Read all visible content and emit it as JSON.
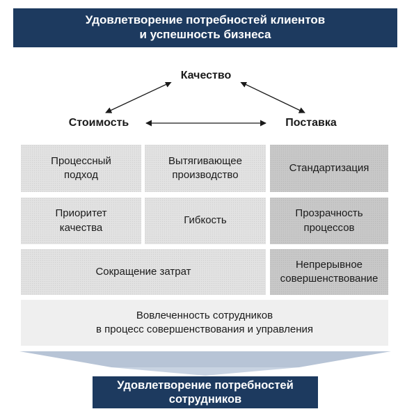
{
  "header": {
    "line1": "Удовлетворение потребностей клиентов",
    "line2": "и успешность бизнеса"
  },
  "triangle": {
    "top": "Качество",
    "left": "Стоимость",
    "right": "Поставка"
  },
  "grid": {
    "row1": [
      {
        "line1": "Процессный",
        "line2": "подход"
      },
      {
        "line1": "Вытягивающее",
        "line2": "производство"
      },
      {
        "line1": "Стандартизация",
        "line2": ""
      }
    ],
    "row2": [
      {
        "line1": "Приоритет",
        "line2": "качества"
      },
      {
        "line1": "Гибкость",
        "line2": ""
      },
      {
        "line1": "Прозрачность",
        "line2": "процессов"
      }
    ],
    "row3": [
      {
        "line1": "Сокращение затрат",
        "line2": ""
      },
      {
        "line1": "Непрерывное",
        "line2": "совершенствование"
      }
    ],
    "row4": {
      "line1": "Вовлеченность сотрудников",
      "line2": "в процесс совершенствования и управления"
    }
  },
  "footer": {
    "line1": "Удовлетворение потребностей",
    "line2": "сотрудников"
  },
  "colors": {
    "navy": "#1d3a5f",
    "arrow_funnel": "#b7c4d6"
  }
}
